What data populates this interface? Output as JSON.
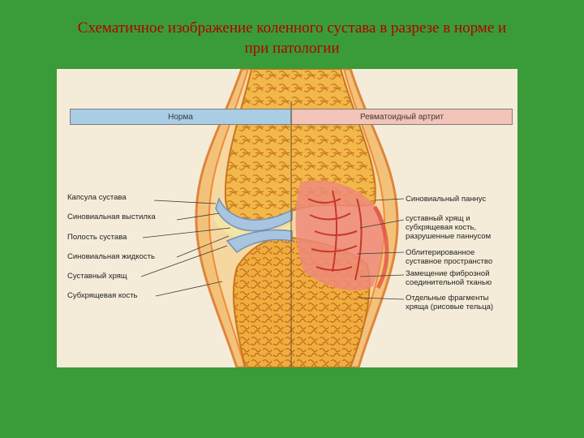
{
  "slide": {
    "title_line1": "Схематичное изображение коленного сустава в разрезе в норме и",
    "title_line2": "при патологии"
  },
  "diagram": {
    "banner_left": "Норма",
    "banner_right": "Ревматоидный артрит",
    "left_labels": [
      "Капсула сустава",
      "Синовиальная выстилка",
      "Полость сустава",
      "Синовиальная жидкость",
      "Суставный хрящ",
      "Субхрящевая кость"
    ],
    "right_labels": [
      {
        "lines": [
          "Синовиальный паннус"
        ]
      },
      {
        "lines": [
          "суставный хрящ и",
          "субхрящевая кость,",
          "разрушенные паннусом"
        ]
      },
      {
        "lines": [
          "Облитерированное",
          "суставное пространство"
        ]
      },
      {
        "lines": [
          "Замещение фиброзной",
          "соединительной тканью"
        ]
      },
      {
        "lines": [
          "Отдельные фрагменты",
          "хряща (рисовые тельца)"
        ]
      }
    ]
  },
  "colors": {
    "background": "#3a9c38",
    "title": "#b00000",
    "bone": "#f0a830",
    "cartilage": "#a9c4de",
    "capsule": "#f08a3a",
    "inflammation": "#e0453a"
  }
}
